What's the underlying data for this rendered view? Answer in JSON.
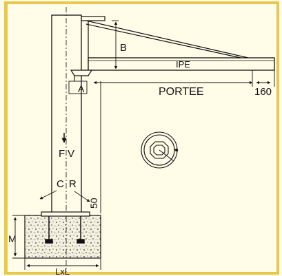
{
  "labels": {
    "b": "B",
    "ipe": "IPE",
    "a": "A",
    "portee": "PORTEE",
    "dim_160": "160",
    "f": "F",
    "v": "V",
    "c": "C",
    "r": "R",
    "dim_50": "50",
    "m": "M",
    "lxl": "LxL"
  },
  "colors": {
    "background": "#fffce8",
    "border": "#e8c74a",
    "line": "#111111"
  }
}
